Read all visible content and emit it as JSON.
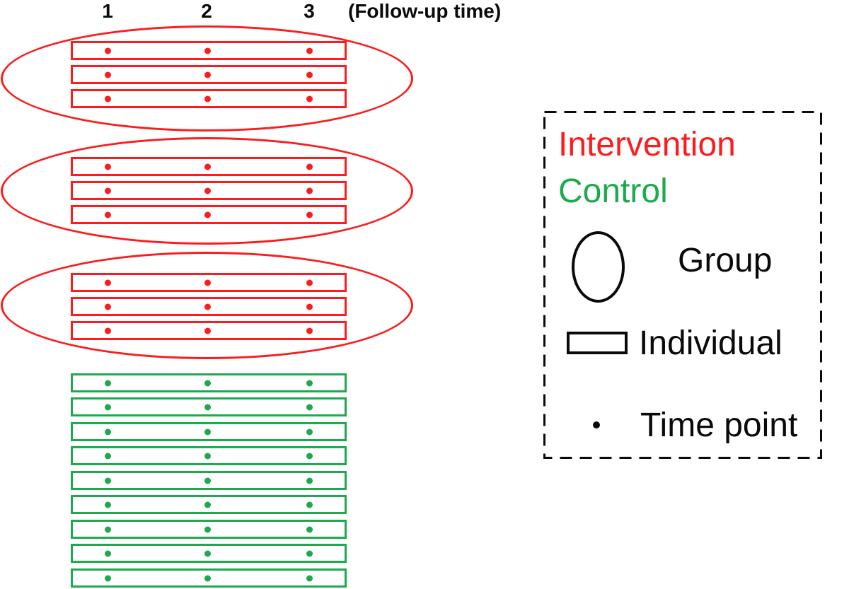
{
  "figure": {
    "axis": {
      "ticks": [
        "1",
        "2",
        "3"
      ],
      "caption": "(Follow-up time)"
    },
    "colors": {
      "intervention": "#fb1d1d",
      "control": "#1ea94e",
      "legend_border": "#0a0a0a",
      "text": "#0a0a0a"
    },
    "intervention": {
      "group_count": 3,
      "individuals_per_group": 3,
      "time_points_per_individual": 3
    },
    "control": {
      "individual_count": 9,
      "time_points_per_individual": 3
    },
    "legend": {
      "intervention_label": "Intervention",
      "control_label": "Control",
      "group_label": "Group",
      "individual_label": "Individual",
      "time_point_label": "Time point"
    }
  }
}
